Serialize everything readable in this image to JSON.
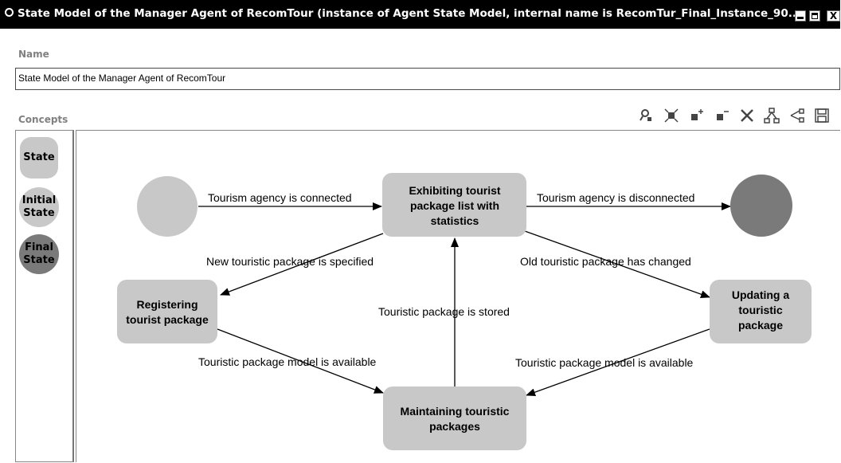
{
  "window": {
    "title": "State Model of the Manager Agent of RecomTour   (instance of Agent State Model, internal name is RecomTur_Final_Instance_90...",
    "min_glyph": "",
    "max_glyph": "",
    "close_glyph": "X"
  },
  "name_section": {
    "label": "Name",
    "value": "State Model of the Manager Agent of RecomTour"
  },
  "concepts_section": {
    "label": "Concepts"
  },
  "toolbar": {
    "icons": [
      "layout-icon",
      "center-icon",
      "zoom-in-icon",
      "zoom-out-icon",
      "delete-icon",
      "hierarchy-icon",
      "share-icon",
      "save-icon"
    ]
  },
  "palette": {
    "state": "State",
    "initial_line1": "Initial",
    "initial_line2": "State",
    "final_line1": "Final",
    "final_line2": "State"
  },
  "diagram": {
    "states": {
      "exhibiting": [
        "Exhibiting tourist",
        "package list with",
        "statistics"
      ],
      "registering": [
        "Registering",
        "tourist package"
      ],
      "updating": [
        "Updating a",
        "touristic",
        "package"
      ],
      "maintaining": [
        "Maintaining touristic",
        "packages"
      ]
    },
    "transitions": {
      "connected": "Tourism agency is connected",
      "disconnected": "Tourism agency is disconnected",
      "new_specified": "New touristic package is specified",
      "old_changed": "Old touristic package has changed",
      "stored": "Touristic package is stored",
      "model_available_left": "Touristic package model is available",
      "model_available_right": "Touristic package model is available"
    }
  }
}
